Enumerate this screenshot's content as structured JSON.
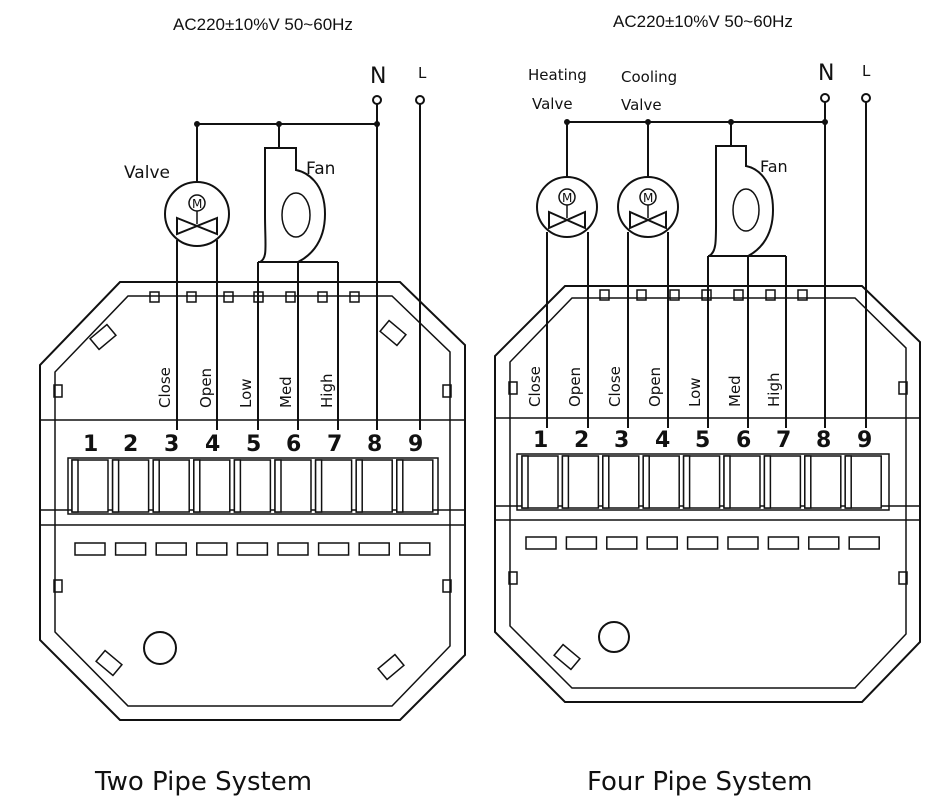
{
  "two_pipe": {
    "supply": "AC220±10%V 50~60Hz",
    "neutral": "N",
    "live": "L",
    "valve_label": "Valve",
    "fan_label": "Fan",
    "motor_symbol": "M",
    "terminal_labels": [
      "Close",
      "Open",
      "Low",
      "Med",
      "High"
    ],
    "terminals": [
      "1",
      "2",
      "3",
      "4",
      "5",
      "6",
      "7",
      "8",
      "9"
    ],
    "caption": "Two Pipe System"
  },
  "four_pipe": {
    "supply": "AC220±10%V 50~60Hz",
    "neutral": "N",
    "live": "L",
    "heating_valve_line1": "Heating",
    "heating_valve_line2": "Valve",
    "cooling_valve_line1": "Cooling",
    "cooling_valve_line2": "Valve",
    "fan_label": "Fan",
    "motor_symbol": "M",
    "terminal_labels": [
      "Close",
      "Open",
      "Close",
      "Open",
      "Low",
      "Med",
      "High"
    ],
    "terminals": [
      "1",
      "2",
      "3",
      "4",
      "5",
      "6",
      "7",
      "8",
      "9"
    ],
    "caption": "Four Pipe System"
  }
}
